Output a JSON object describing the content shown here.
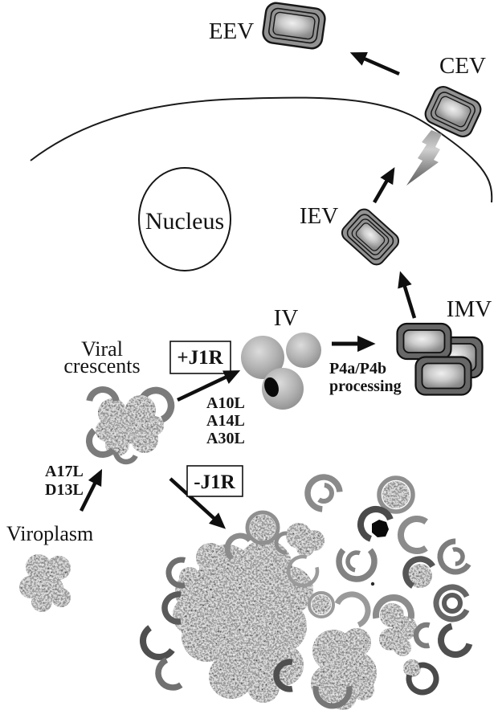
{
  "figure": {
    "type": "virus-morphogenesis-pathway-diagram",
    "stages": {
      "viroplasm": {
        "label": "Viroplasm"
      },
      "viral_crescents": {
        "label_line1": "Viral",
        "label_line2": "crescents"
      },
      "iv": {
        "label": "IV"
      },
      "imv": {
        "label": "IMV"
      },
      "iev": {
        "label": "IEV"
      },
      "cev": {
        "label": "CEV"
      },
      "eev": {
        "label": "EEV"
      }
    },
    "nucleus": {
      "label": "Nucleus"
    },
    "annotations": {
      "plus_j1r": "+J1R",
      "minus_j1r": "-J1R",
      "crescent_genes": [
        "A17L",
        "D13L"
      ],
      "iv_genes": [
        "A10L",
        "A14L",
        "A30L"
      ],
      "processing_line1": "P4a/P4b",
      "processing_line2": "processing"
    },
    "colors": {
      "background": "#ffffff",
      "ink": "#141414",
      "membrane": "#1a1a1a",
      "virion_body_gray": "#929292",
      "imv_body_gray": "#676767",
      "virion_core_light": "#ececec",
      "virion_core_dark": "#858585",
      "sphere_light": "#d9d9d9",
      "sphere_dark": "#8d8d8d",
      "crescent_gray": "#858585",
      "crescent_dark": "#4f4f4f",
      "speckle_base": "#c0c0c0",
      "bolt_light": "#cfcfcf",
      "bolt_dark": "#5f5f5f"
    }
  }
}
